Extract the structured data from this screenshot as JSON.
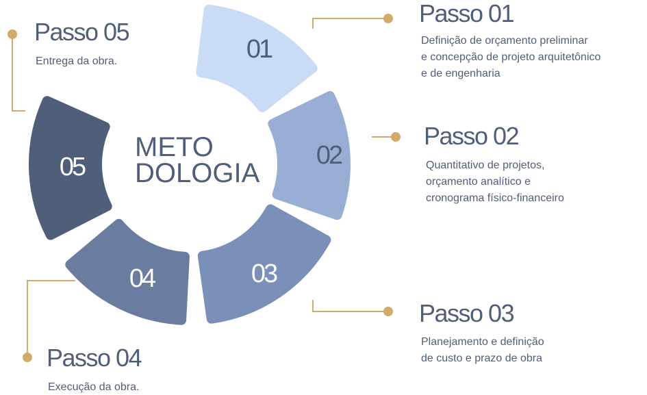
{
  "center_title": {
    "line1": "METO",
    "line2": "DOLOGIA"
  },
  "colors": {
    "accent": "#d2ab6a",
    "text": "#4f5e79"
  },
  "segments": [
    {
      "label": "01",
      "color": "#c9dbf5",
      "text_color": "#4f5e79"
    },
    {
      "label": "02",
      "color": "#98aed4",
      "text_color": "#4f5e79"
    },
    {
      "label": "03",
      "color": "#7b90b8",
      "text_color": "#ffffff"
    },
    {
      "label": "04",
      "color": "#6a7c9f",
      "text_color": "#ffffff"
    },
    {
      "label": "05",
      "color": "#4f5e79",
      "text_color": "#ffffff"
    }
  ],
  "steps": [
    {
      "title": "Passo 01",
      "lines": [
        "Definição de orçamento preliminar",
        "e concepção de projeto arquitetônico",
        "e de engenharia"
      ]
    },
    {
      "title": "Passo 02",
      "lines": [
        "Quantitativo de projetos,",
        "orçamento analítico e",
        "cronograma físico-financeiro"
      ]
    },
    {
      "title": "Passo 03",
      "lines": [
        "Planejamento e definição",
        "de custo e prazo de obra"
      ]
    },
    {
      "title": "Passo 04",
      "lines": [
        "Execução da obra."
      ]
    },
    {
      "title": "Passo 05",
      "lines": [
        "Entrega da obra."
      ]
    }
  ]
}
